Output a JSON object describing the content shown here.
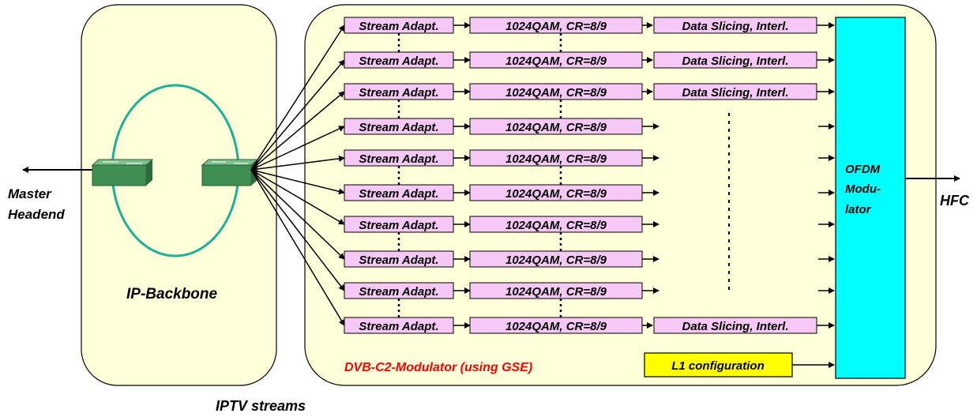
{
  "labels": {
    "master_headend": [
      "Master",
      "Headend"
    ],
    "ip_backbone": "IP-Backbone",
    "iptv_streams": "IPTV streams",
    "hfc": "HFC",
    "ofdm": [
      "OFDM",
      "Modu-",
      "lator"
    ],
    "dvb_c2": "DVB-C2-Modulator (using GSE)",
    "l1_config": "L1 configuration"
  },
  "rows": [
    {
      "stream": "Stream Adapt.",
      "qam": "1024QAM, CR=8/9",
      "slicing": "Data Slicing, Interl."
    },
    {
      "stream": "Stream Adapt.",
      "qam": "1024QAM, CR=8/9",
      "slicing": "Data Slicing, Interl."
    },
    {
      "stream": "Stream Adapt.",
      "qam": "1024QAM, CR=8/9",
      "slicing": "Data Slicing, Interl."
    },
    {
      "stream": "Stream Adapt.",
      "qam": "1024QAM, CR=8/9",
      "slicing": ""
    },
    {
      "stream": "Stream Adapt.",
      "qam": "1024QAM, CR=8/9",
      "slicing": ""
    },
    {
      "stream": "Stream Adapt.",
      "qam": "1024QAM, CR=8/9",
      "slicing": ""
    },
    {
      "stream": "Stream Adapt.",
      "qam": "1024QAM, CR=8/9",
      "slicing": ""
    },
    {
      "stream": "Stream Adapt.",
      "qam": "1024QAM, CR=8/9",
      "slicing": ""
    },
    {
      "stream": "Stream Adapt.",
      "qam": "1024QAM, CR=8/9",
      "slicing": ""
    },
    {
      "stream": "Stream Adapt.",
      "qam": "1024QAM, CR=8/9",
      "slicing": "Data Slicing, Interl."
    }
  ],
  "colors": {
    "panel_fill": "#ffffd9",
    "ring": "#19b294",
    "block_fill": "#f5c8f5",
    "ofdm_fill": "#00ffff",
    "l1_fill": "#ffff00",
    "dvb_text": "#ff0000",
    "switch": "#3f8f52"
  }
}
